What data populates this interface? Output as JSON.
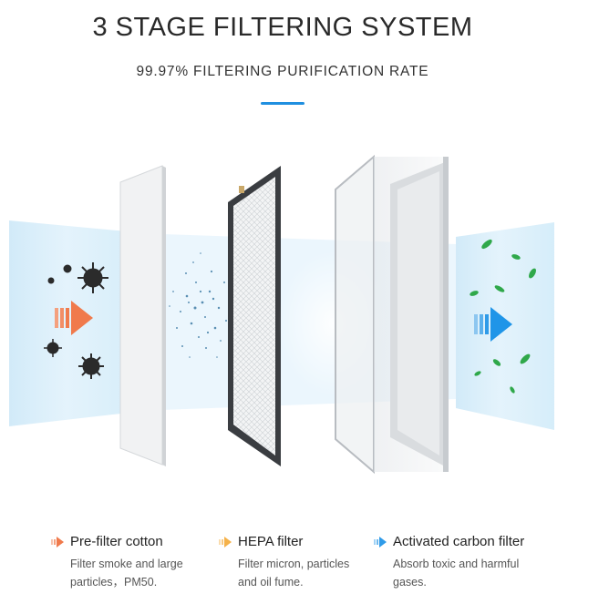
{
  "header": {
    "title": "3  STAGE FILTERING SYSTEM",
    "subtitle": "99.97% FILTERING PURIFICATION RATE",
    "accent_color": "#1f8fe0"
  },
  "illustration": {
    "airflow_color": "#bfe3f7",
    "arrow_in_color": "#f07a4c",
    "arrow_out_color": "#1f95e8",
    "leaf_color": "#2fa84a",
    "icons": [
      "virus-icon",
      "particle-cloud",
      "leaf-icon",
      "arrow-right-icon"
    ]
  },
  "stages": [
    {
      "name": "Pre-filter cotton",
      "desc_line1": "Filter smoke and large",
      "desc_line2": "particles，PM50.",
      "arrow_color": "#f07a4c"
    },
    {
      "name": "HEPA filter",
      "desc_line1": "Filter micron, particles",
      "desc_line2": "and oil fume.",
      "arrow_color": "#f5b24a"
    },
    {
      "name": "Activated carbon filter",
      "desc_line1": "Absorb toxic and harmful",
      "desc_line2": "gases.",
      "arrow_color": "#2f9be8"
    }
  ]
}
